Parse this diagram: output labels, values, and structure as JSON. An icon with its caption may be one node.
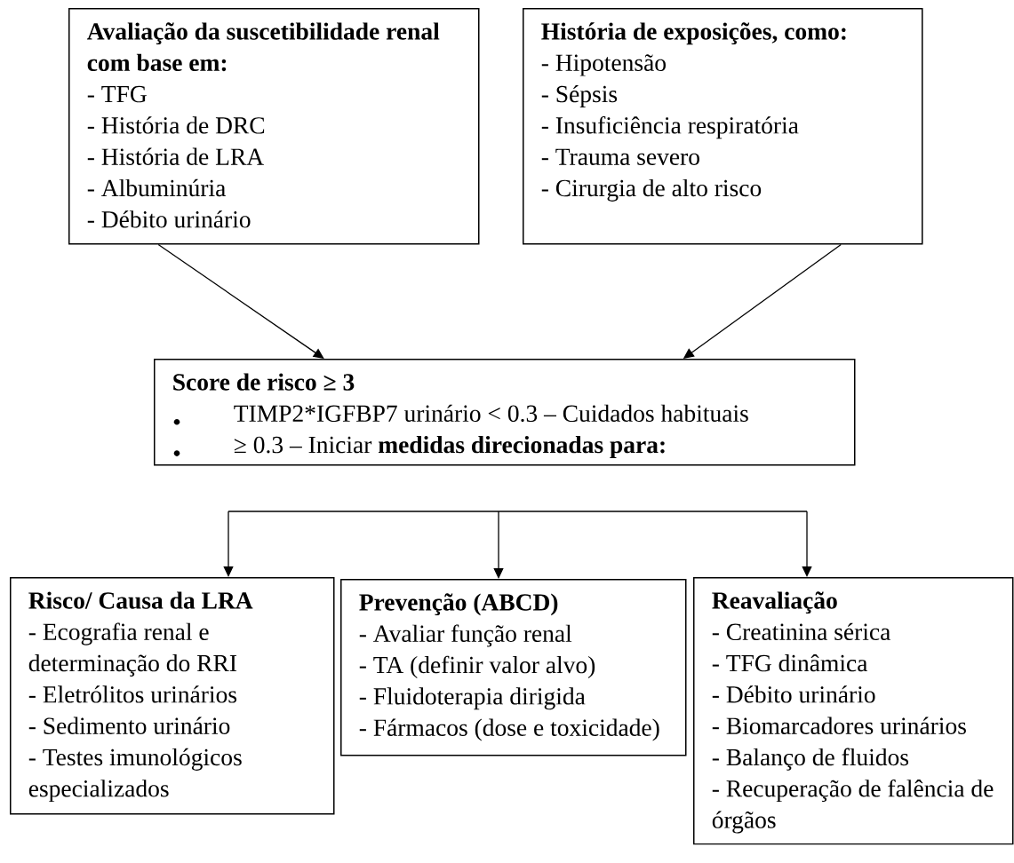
{
  "diagram": {
    "nodes": [
      {
        "text": [
          "Avaliação da suscetibilidade renal com base em:",
          "- TFG",
          "- História de DRC",
          "- História de LRA",
          "- Albuminúria",
          "- Débito urinário"
        ]
      },
      {
        "text": [
          "História de exposições, como:",
          "- Hipotensão",
          "- Sépsis",
          "- Insuficiência respiratória",
          "- Trauma severo",
          "- Cirurgia de alto risco"
        ]
      },
      {
        "text": [
          "Score de risco ≥ 3",
          "TIMP2*IGFBP7 urinário < 0.3 – Cuidados habituais",
          "≥ 0.3 – Iniciar **medidas direcionadas para:**"
        ]
      },
      {
        "text": [
          "Risco/ Causa da LRA",
          "- Ecografia renal e determinação do RRI",
          "- Eletrólitos urinários",
          "- Sedimento urinário",
          "- Testes imunológicos especializados"
        ]
      },
      {
        "text": [
          "Prevenção (ABCD)",
          "- Avaliar função renal",
          "- TA (definir valor alvo)",
          "- Fluidoterapia dirigida",
          "- Fármacos (dose e toxicidade)"
        ]
      },
      {
        "text": [
          "Reavaliação",
          "- Creatinina sérica",
          "- TFG dinâmica",
          "- Débito urinário",
          "- Biomarcadores urinários",
          "- Balanço de fluidos",
          "- Recuperação de falência de órgãos"
        ]
      }
    ],
    "edges": [
      {
        "from": 0,
        "to": 2,
        "arrow": "to"
      },
      {
        "from": 1,
        "to": 2,
        "arrow": "to"
      },
      {
        "from": null,
        "to": 3,
        "arrow": "to"
      },
      {
        "from": null,
        "to": 4,
        "arrow": "to"
      },
      {
        "from": null,
        "to": 5,
        "arrow": "to"
      }
    ]
  }
}
